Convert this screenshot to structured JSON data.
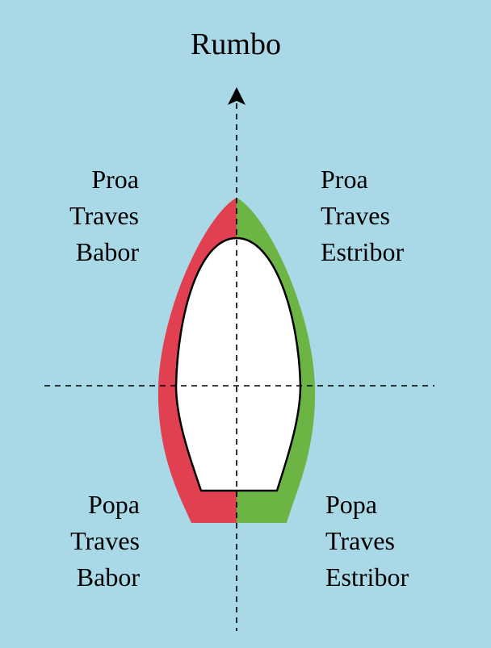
{
  "title": "Rumbo",
  "quadrants": {
    "bow_port": [
      "Proa",
      "Traves",
      "Babor"
    ],
    "bow_starboard": [
      "Proa",
      "Traves",
      "Estribor"
    ],
    "stern_port": [
      "Popa",
      "Traves",
      "Babor"
    ],
    "stern_starboard": [
      "Popa",
      "Traves",
      "Estribor"
    ]
  },
  "colors": {
    "background": "#a9d9e6",
    "port_side": "#e0404f",
    "starboard_side": "#6cb545",
    "deck": "#ffffff",
    "lines": "#000000"
  }
}
